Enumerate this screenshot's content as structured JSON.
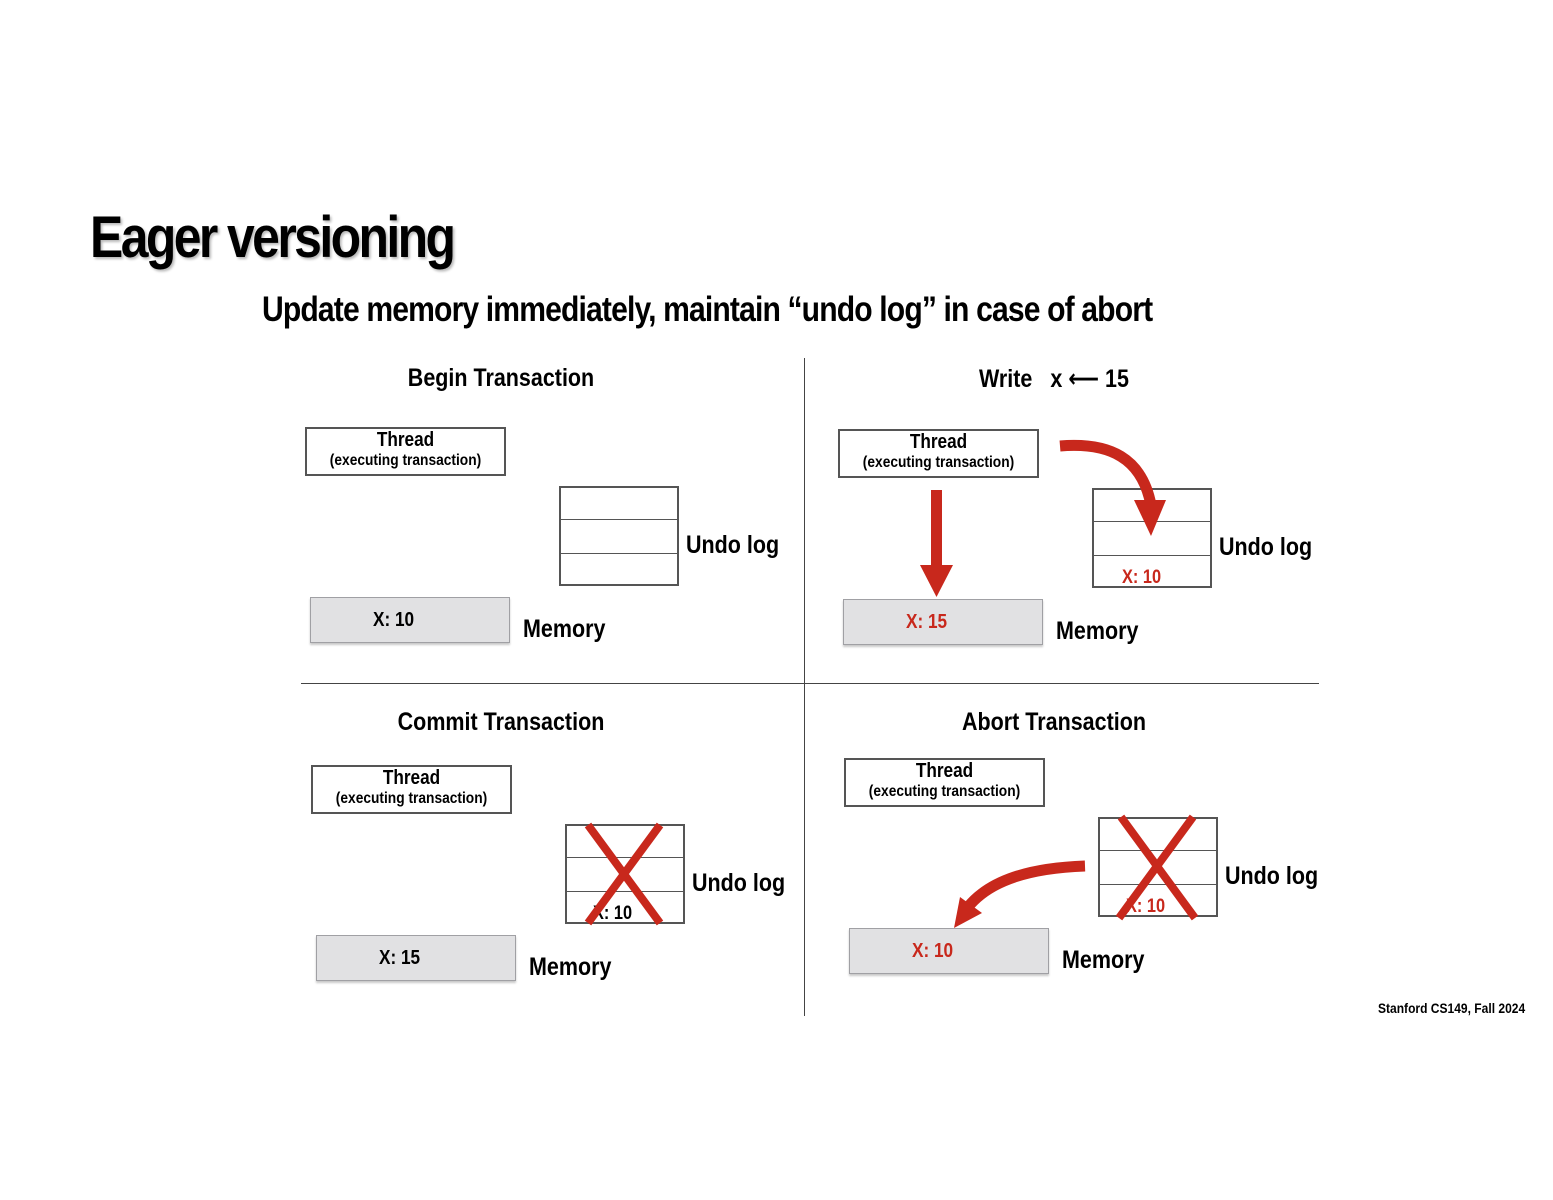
{
  "title": "Eager versioning",
  "subtitle": "Update memory immediately, maintain “undo log” in case of abort",
  "footer": "Stanford CS149, Fall 2024",
  "labels": {
    "thread": "Thread",
    "thread_sub": "(executing transaction)",
    "undo_log": "Undo log",
    "memory": "Memory"
  },
  "panels": {
    "begin": {
      "title": "Begin Transaction",
      "memory_value": "X: 10",
      "undo_value": ""
    },
    "write": {
      "title": "Write",
      "operation": "x",
      "arrow": "⟵",
      "new_value": "15",
      "memory_value": "X: 15",
      "undo_value": "X: 10"
    },
    "commit": {
      "title": "Commit Transaction",
      "memory_value": "X: 15",
      "undo_value": "X: 10"
    },
    "abort": {
      "title": "Abort Transaction",
      "memory_value": "X: 10",
      "undo_value": "X: 10"
    }
  },
  "colors": {
    "accent": "#c8281c",
    "memory_fill": "#e1e1e3",
    "outline": "#555555"
  }
}
